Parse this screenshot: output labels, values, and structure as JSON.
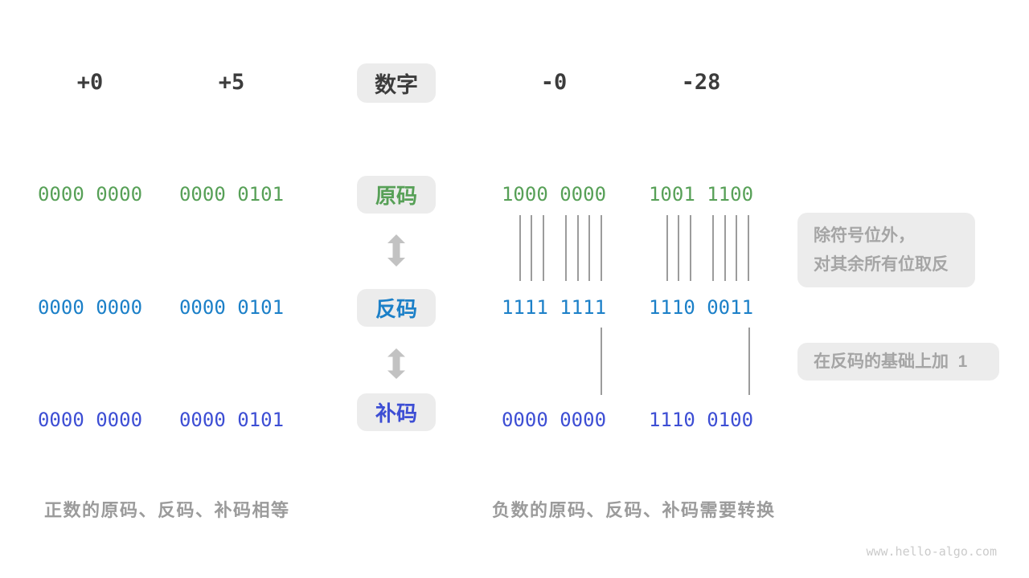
{
  "colors": {
    "sign_magnitude_green": "#57A057",
    "ones_complement_blue": "#1C80C8",
    "twos_complement_indigo": "#3D4ED4",
    "header_text": "#3C3C3C",
    "pill_background": "#ECECEC",
    "note_text": "#A5A5A5",
    "caption_text": "#9B9B9B"
  },
  "header": {
    "label": "数字",
    "numbers": [
      "+0",
      "+5",
      "-0",
      "-28"
    ]
  },
  "rows": [
    {
      "label": "原码",
      "color": "#57A057",
      "values": [
        "0000 0000",
        "0000 0101",
        "1000 0000",
        "1001 1100"
      ]
    },
    {
      "label": "反码",
      "color": "#1C80C8",
      "values": [
        "0000 0000",
        "0000 0101",
        "1111 1111",
        "1110 0011"
      ]
    },
    {
      "label": "补码",
      "color": "#3D4ED4",
      "values": [
        "0000 0000",
        "0000 0101",
        "0000 0000",
        "1110 0100"
      ]
    }
  ],
  "annotations": {
    "invert_line1": "除符号位外，",
    "invert_line2": "对其余所有位取反",
    "add_one": "在反码的基础上加  1"
  },
  "captions": {
    "positive": "正数的原码、反码、补码相等",
    "negative": "负数的原码、反码、补码需要转换"
  },
  "watermark": "www.hello-algo.com"
}
